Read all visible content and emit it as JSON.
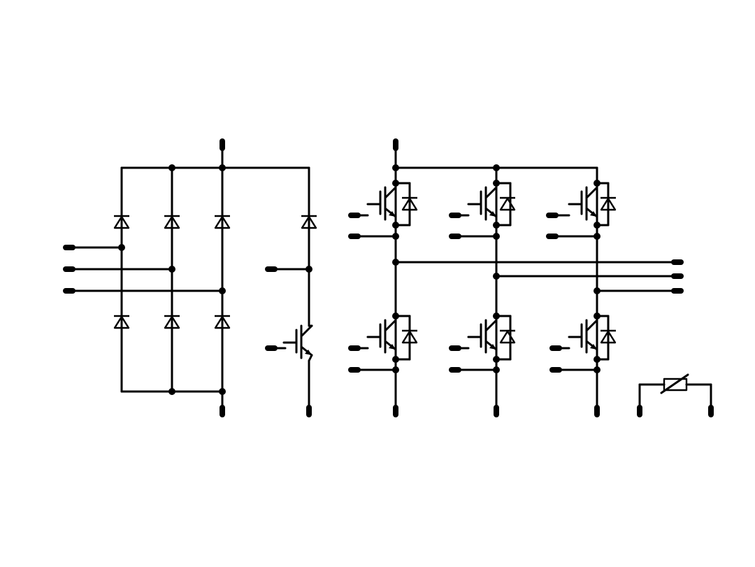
{
  "diagram": {
    "type": "power-module-schematic",
    "stroke_color": "#000000",
    "background": "#ffffff",
    "sections": [
      "three-phase-rectifier-bridge",
      "brake-chopper",
      "three-phase-igbt-inverter",
      "ntc-thermistor"
    ],
    "components": {
      "rectifier_diodes": 6,
      "chopper_diodes": 1,
      "chopper_igbts": 1,
      "inverter_igbts": 6,
      "inverter_freewheel_diodes": 6,
      "thermistors": 1
    }
  }
}
